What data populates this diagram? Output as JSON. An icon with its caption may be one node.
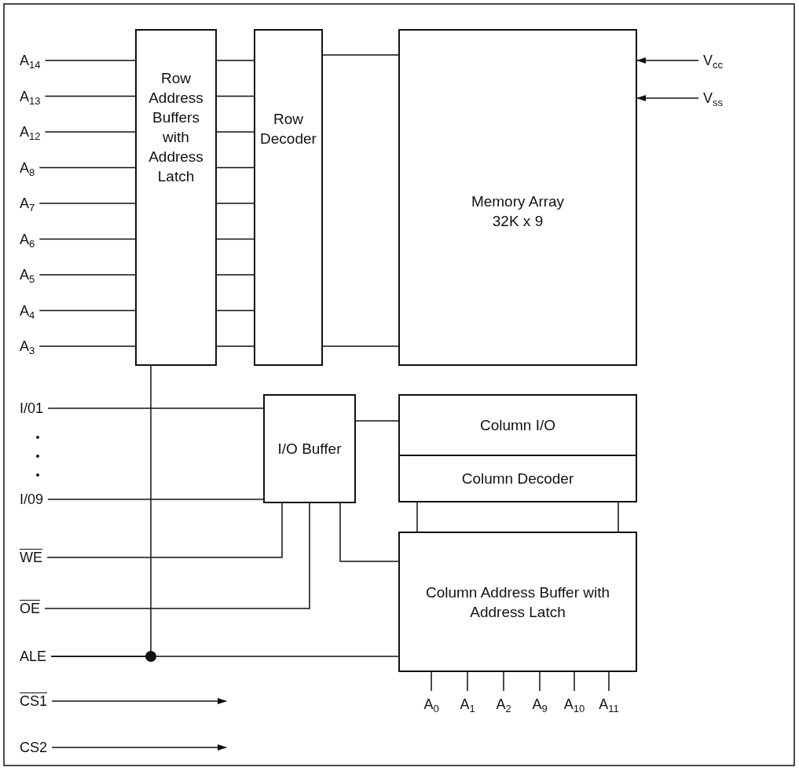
{
  "diagram": {
    "nodes": [
      {
        "text": [
          "Row Address Buffers with Address Latch"
        ]
      },
      {
        "text": [
          "Row Decoder"
        ]
      },
      {
        "text": [
          "Memory Array",
          "32K x 9"
        ]
      },
      {
        "text": [
          "Column I/O"
        ]
      },
      {
        "text": [
          "Column Decoder"
        ]
      },
      {
        "text": [
          "I/O Buffer"
        ]
      },
      {
        "text": [
          "Column Address Buffer with Address Latch"
        ]
      },
      {
        "text": [
          "A$_{14}$"
        ]
      },
      {
        "text": [
          "A$_{13}$"
        ]
      },
      {
        "text": [
          "A$_{12}$"
        ]
      },
      {
        "text": [
          "A$_{8}$"
        ]
      },
      {
        "text": [
          "A$_{7}$"
        ]
      },
      {
        "text": [
          "A$_{6}$"
        ]
      },
      {
        "text": [
          "A$_{5}$"
        ]
      },
      {
        "text": [
          "A$_{4}$"
        ]
      },
      {
        "text": [
          "A$_{3}$"
        ]
      },
      {
        "text": [
          "I/01"
        ]
      },
      {
        "text": [
          "I/09"
        ]
      },
      {
        "text": [
          "WE"
        ]
      },
      {
        "text": [
          "OE"
        ]
      },
      {
        "text": [
          "ALE"
        ]
      },
      {
        "text": [
          "CS1"
        ]
      },
      {
        "text": [
          "CS2"
        ]
      },
      {
        "text": [
          "V$_{cc}$"
        ]
      },
      {
        "text": [
          "V$_{ss}$"
        ]
      },
      {
        "text": [
          "A$_{0}$"
        ]
      },
      {
        "text": [
          "A$_{1}$"
        ]
      },
      {
        "text": [
          "A$_{2}$"
        ]
      },
      {
        "text": [
          "A$_{9}$"
        ]
      },
      {
        "text": [
          "A$_{10}$"
        ]
      },
      {
        "text": [
          "A$_{11}$"
        ]
      }
    ],
    "edges": [
      {
        "from": 7,
        "to": 0,
        "arrow": "none"
      },
      {
        "from": 8,
        "to": 0,
        "arrow": "none"
      },
      {
        "from": 9,
        "to": 0,
        "arrow": "none"
      },
      {
        "from": 10,
        "to": 0,
        "arrow": "none"
      },
      {
        "from": 11,
        "to": 0,
        "arrow": "none"
      },
      {
        "from": 12,
        "to": 0,
        "arrow": "none"
      },
      {
        "from": 13,
        "to": 0,
        "arrow": "none"
      },
      {
        "from": 14,
        "to": 0,
        "arrow": "none"
      },
      {
        "from": 15,
        "to": 0,
        "arrow": "none"
      },
      {
        "from": 0,
        "to": 1,
        "arrow": "none"
      },
      {
        "from": 0,
        "to": 1,
        "arrow": "none"
      },
      {
        "from": 0,
        "to": 1,
        "arrow": "none"
      },
      {
        "from": 0,
        "to": 1,
        "arrow": "none"
      },
      {
        "from": 0,
        "to": 1,
        "arrow": "none"
      },
      {
        "from": 0,
        "to": 1,
        "arrow": "none"
      },
      {
        "from": 0,
        "to": 1,
        "arrow": "none"
      },
      {
        "from": 0,
        "to": 1,
        "arrow": "none"
      },
      {
        "from": 0,
        "to": 1,
        "arrow": "none"
      },
      {
        "from": 1,
        "to": 2,
        "arrow": "none"
      },
      {
        "from": 1,
        "to": 2,
        "arrow": "none"
      },
      {
        "from": 16,
        "to": 5,
        "arrow": "none"
      },
      {
        "from": 17,
        "to": 5,
        "arrow": "none"
      },
      {
        "from": 18,
        "to": 5,
        "arrow": "none"
      },
      {
        "from": 19,
        "to": 5,
        "arrow": "none"
      },
      {
        "from": 5,
        "to": 3,
        "arrow": "none"
      },
      {
        "from": 5,
        "to": 6,
        "arrow": "none"
      },
      {
        "from": 4,
        "to": 6,
        "arrow": "none"
      },
      {
        "from": 4,
        "to": 6,
        "arrow": "none"
      },
      {
        "from": 20,
        "to": 0,
        "arrow": "none"
      },
      {
        "from": 20,
        "to": 6,
        "arrow": "none"
      },
      {
        "from": 21,
        "to": null,
        "arrow": "to"
      },
      {
        "from": 22,
        "to": null,
        "arrow": "to"
      },
      {
        "from": 23,
        "to": 2,
        "arrow": "to"
      },
      {
        "from": 24,
        "to": 2,
        "arrow": "to"
      },
      {
        "from": 25,
        "to": 6,
        "arrow": "none"
      },
      {
        "from": 26,
        "to": 6,
        "arrow": "none"
      },
      {
        "from": 27,
        "to": 6,
        "arrow": "none"
      },
      {
        "from": 28,
        "to": 6,
        "arrow": "none"
      },
      {
        "from": 29,
        "to": 6,
        "arrow": "none"
      },
      {
        "from": 30,
        "to": 6,
        "arrow": "none"
      }
    ]
  }
}
